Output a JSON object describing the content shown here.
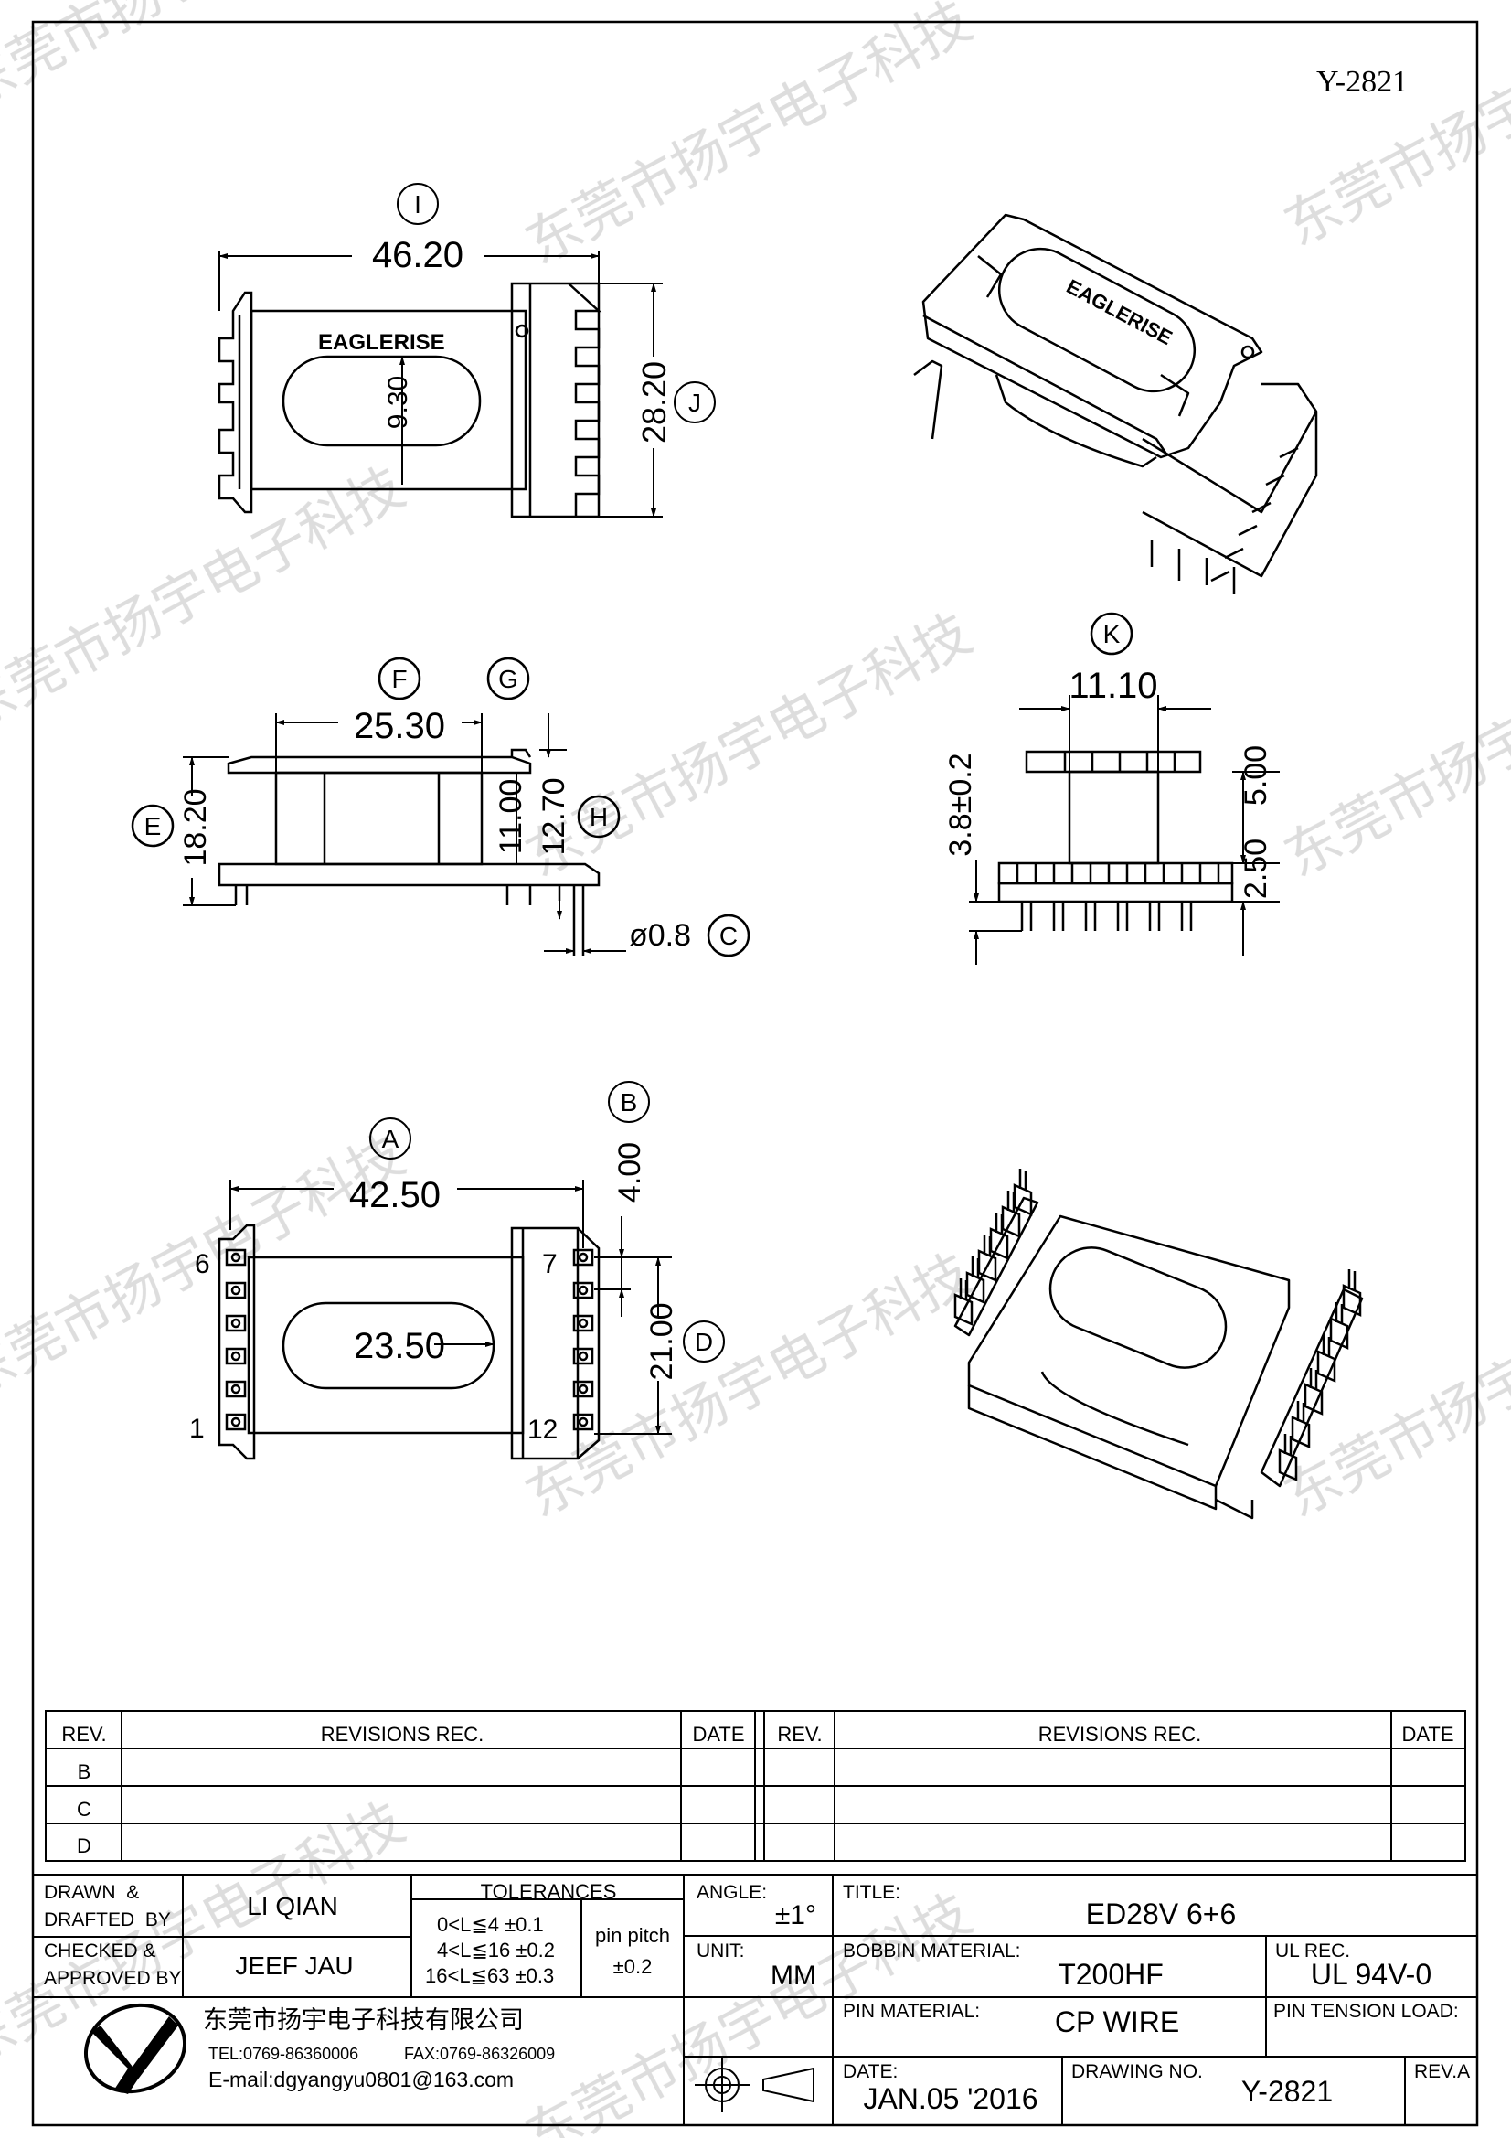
{
  "drawing_code": "Y-2821",
  "watermark": "东莞市扬宇电子科技",
  "brand_marking": "EAGLERISE",
  "views": {
    "top": {
      "dim_I": {
        "label": "I",
        "value": "46.20"
      },
      "dim_J": {
        "label": "J",
        "value": "28.20"
      },
      "slot_width": "9.30"
    },
    "side": {
      "dim_F": {
        "label": "F",
        "value": "25.30"
      },
      "dim_G": {
        "label": "G"
      },
      "dim_E": {
        "label": "E",
        "value": "18.20"
      },
      "dim_H": {
        "label": "H",
        "value": "12.70"
      },
      "inner_height": "11.00",
      "dim_C": {
        "label": "C",
        "value": "ø0.8"
      }
    },
    "end": {
      "dim_K": {
        "label": "K",
        "value": "11.10"
      },
      "pin_offset": "3.8±0.2",
      "flange_height": "5.00",
      "base_height": "2.50"
    },
    "bottom": {
      "dim_A": {
        "label": "A",
        "value": "42.50"
      },
      "dim_B": {
        "label": "B",
        "value": "4.00"
      },
      "dim_D": {
        "label": "D",
        "value": "21.00"
      },
      "slot_length": "23.50",
      "pins": {
        "p6": "6",
        "p1": "1",
        "p7": "7",
        "p12": "12"
      }
    }
  },
  "revisions": {
    "headers": {
      "rev": "REV.",
      "rec": "REVISIONS    REC.",
      "date": "DATE"
    },
    "rows": [
      "B",
      "C",
      "D"
    ]
  },
  "title_block": {
    "drawn_label": "DRAWN  &\nDRAFTED  BY",
    "drawn_by": "LI QIAN",
    "checked_label": "CHECKED  &\nAPPROVED  BY",
    "checked_by": "JEEF JAU",
    "tolerances_label": "TOLERANCES",
    "tol_1": "0<L≦4    ±0.1",
    "tol_2": "4<L≦16  ±0.2",
    "tol_3": "16<L≦63  ±0.3",
    "pin_pitch_label": "pin  pitch",
    "pin_pitch_value": "±0.2",
    "angle_label": "ANGLE:",
    "angle_value": "±1°",
    "unit_label": "UNIT:",
    "unit_value": "MM",
    "title_label": "TITLE:",
    "title_value": "ED28V  6+6",
    "bobbin_label": "BOBBIN  MATERIAL:",
    "bobbin_value": "T200HF",
    "ul_label": "UL  REC.",
    "ul_value": "UL  94V-0",
    "pin_material_label": "PIN  MATERIAL:",
    "pin_material_value": "CP  WIRE",
    "pin_tension_label": "PIN  TENSION  LOAD:",
    "date_label": "DATE:",
    "date_value": "JAN.05  '2016",
    "drawing_no_label": "DRAWING  NO.",
    "drawing_no_value": "Y-2821",
    "rev_label": "REV.A",
    "company_name": "东莞市扬宇电子科技有限公司",
    "tel": "TEL:0769-86360006",
    "fax": "FAX:0769-86326009",
    "email": "E-mail:dgyangyu0801@163.com"
  }
}
